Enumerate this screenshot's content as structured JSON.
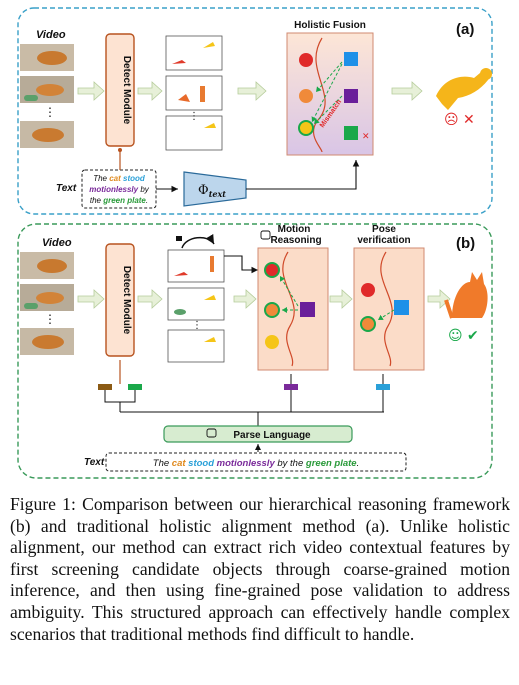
{
  "panel_a": {
    "label": "(a)",
    "video_label": "Video",
    "detect_label": "Detect Module",
    "fusion_title": "Holistic Fusion",
    "mismatch_label": "Mismatch",
    "text_label": "Text",
    "text_sentence": {
      "p1": "The ",
      "cat": "cat",
      "p2": " ",
      "stood": "stood",
      "p3": "motionlessly",
      "p4": " by",
      "p5": "the ",
      "plate": "green plate",
      "p6": "."
    },
    "encoder_label": "Φ",
    "encoder_sub": "text",
    "dots": "⋮",
    "result_icons": "☹ ✕"
  },
  "panel_b": {
    "label": "(b)",
    "video_label": "Video",
    "detect_label": "Detect Module",
    "motion_title_1": "Motion",
    "motion_title_2": "Reasoning",
    "pose_title_1": "Pose",
    "pose_title_2": "verification",
    "parse_label": "Parse Language",
    "text_label": "Text",
    "text_sentence": {
      "p1": "The ",
      "cat": "cat",
      "p2": " ",
      "stood": "stood",
      "p3": " ",
      "motionlessly": "motionlessly",
      "p4": " by the ",
      "plate": "green plate",
      "p5": "."
    },
    "dots": "⋮",
    "result_icons": "☺ ✔"
  },
  "caption": "Figure 1: Comparison between our hierarchical reasoning framework (b) and traditional holistic alignment method (a). Unlike holistic alignment, our method can extract rich video contextual features by first screening candidate objects through coarse-grained motion inference, and then using fine-grained pose validation to address ambiguity. This structured approach can effectively handle complex scenarios that traditional methods find difficult to handle.",
  "colors": {
    "panel_border": "#3aa0c8",
    "panel_b_border": "#3a9a5a",
    "detect_fill": "#fde3d2",
    "detect_border": "#b8531f",
    "fusion_fill": "#fbd9c4",
    "arrow_fill": "#e7f0d8",
    "cat_text": "#e08a1e",
    "stood_text": "#2aa0d8",
    "motion_text": "#7a2a9a",
    "plate_text": "#2a9a3a",
    "red_node": "#e02a2a",
    "orange_node": "#f08a3a",
    "yellow_node": "#f5c518",
    "blue_node": "#1e90e8",
    "purple_node": "#6a1f9a",
    "green_node": "#1aa84a"
  }
}
